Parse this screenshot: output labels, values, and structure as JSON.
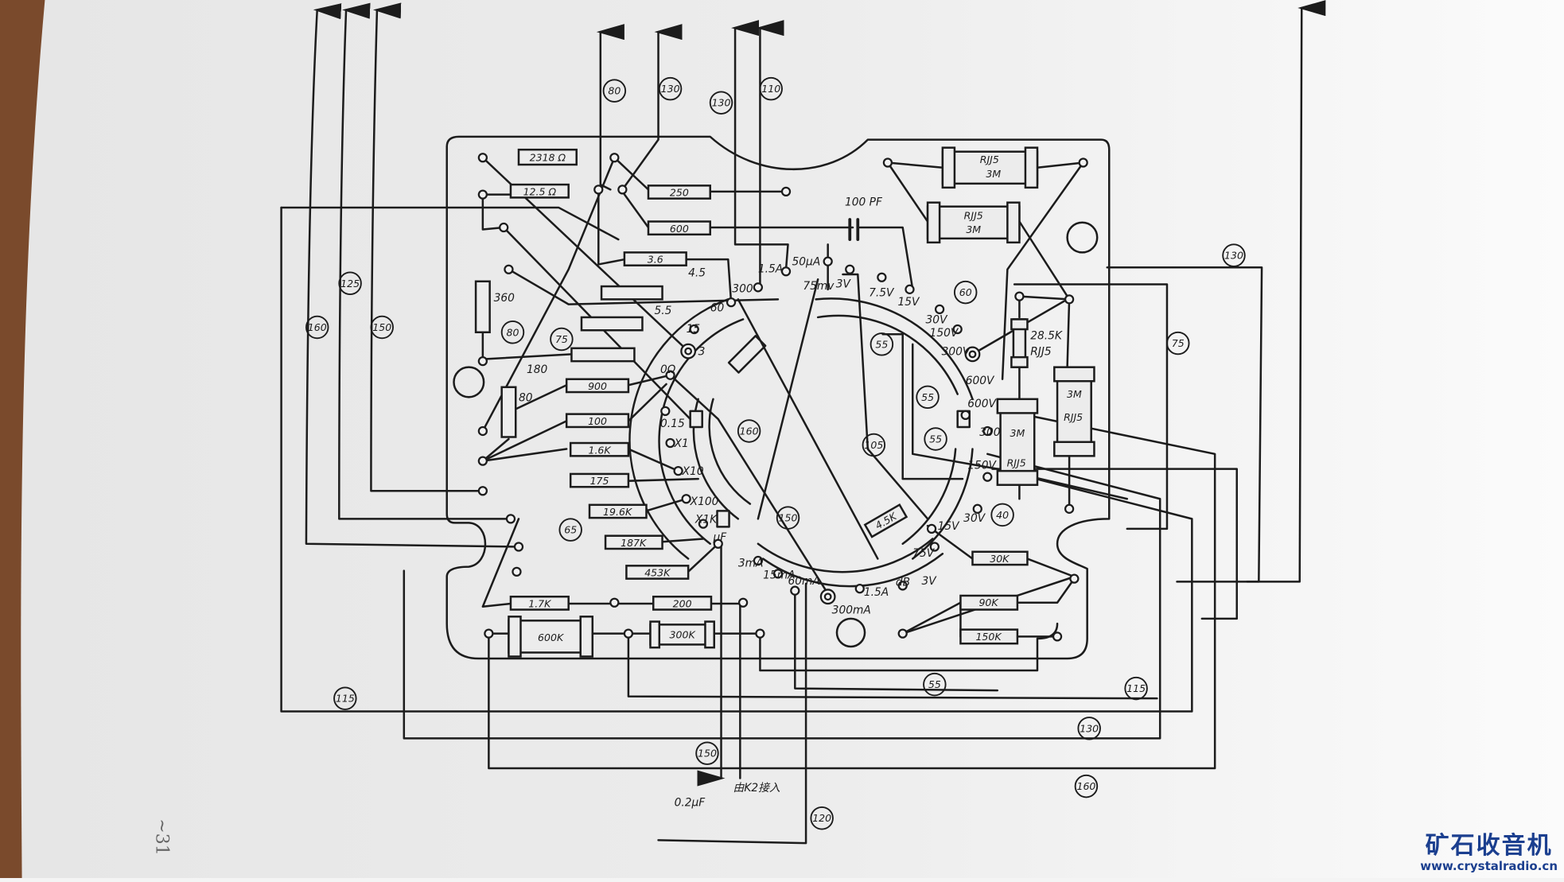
{
  "diagram": {
    "resistors": {
      "r2318": "2318 Ω",
      "r12_5": "12.5 Ω",
      "r250": "250",
      "r600": "600",
      "r3_6": "3.6",
      "r360": "360",
      "r80": "80",
      "r900": "900",
      "r100": "100",
      "r1_6k": "1.6K",
      "r175": "175",
      "r19_6k": "19.6K",
      "r187k": "187K",
      "r453k": "453K",
      "r1_7k": "1.7K",
      "r200": "200",
      "r600k": "600K",
      "r300k": "300K",
      "rjj_top1": "RJJ5",
      "rjj_top1_val": "3M",
      "rjj_top2": "RJJ5",
      "rjj_top2_val": "3M",
      "r28_5k": "28.5K",
      "r28_5k_type": "RJJ5",
      "r3m_a": "3M",
      "r3m_a_type": "RJJ5",
      "r3m_b": "3M",
      "r3m_b_type": "RJJ5",
      "r30k": "30K",
      "r90k": "90K",
      "r150k": "150K",
      "r4_5k": "4.5K"
    },
    "pot_labels": {
      "p4_5": "4.5",
      "p5_5": "5.5",
      "p180": "180"
    },
    "capacitor": "100 PF",
    "switch_labels": {
      "s60": "60",
      "s300": "300",
      "s1_5a_top": "1.5A",
      "s50ua": "50μA",
      "s75mv": "75mv",
      "s3v_top": "3V",
      "s7_5v": "7.5V",
      "s15v_top": "15V",
      "s30v_top": "30V",
      "s150v_top": "150V",
      "s300v_top": "300V",
      "s600v_a": "600V",
      "s600v_b": "600V",
      "s300_r": "300",
      "s150v_r": "150V",
      "s30v_b": "30V",
      "s15v_b": "15V",
      "s75v": "75V",
      "s3v_b": "3V",
      "sdb": "dB",
      "s1_5a_b": "1.5A",
      "s300ma": "300mA",
      "s60ma": "60mA",
      "s15ma": "15mA",
      "s3ma": "3mA",
      "suf": "μF",
      "sx1k": "X1K",
      "sx100": "X100",
      "sx10": "X10",
      "sx1": "X1",
      "s0_15": "0.15",
      "s0ohm": "0Ω",
      "s3": "3",
      "s15": "15"
    },
    "circled": [
      "80",
      "130",
      "130",
      "110",
      "125",
      "160",
      "150",
      "80",
      "75",
      "160",
      "55",
      "60",
      "55",
      "55",
      "105",
      "150",
      "65",
      "40",
      "130",
      "75",
      "115",
      "55",
      "115",
      "130",
      "150",
      "160",
      "120"
    ],
    "notes": {
      "cap_0_2uf": "0.2μF",
      "k2": "由K2接入"
    },
    "page_number": "~31"
  },
  "watermark": {
    "name": "矿石收音机",
    "url": "www.crystalradio.cn",
    "color": "#1b3f8f"
  }
}
